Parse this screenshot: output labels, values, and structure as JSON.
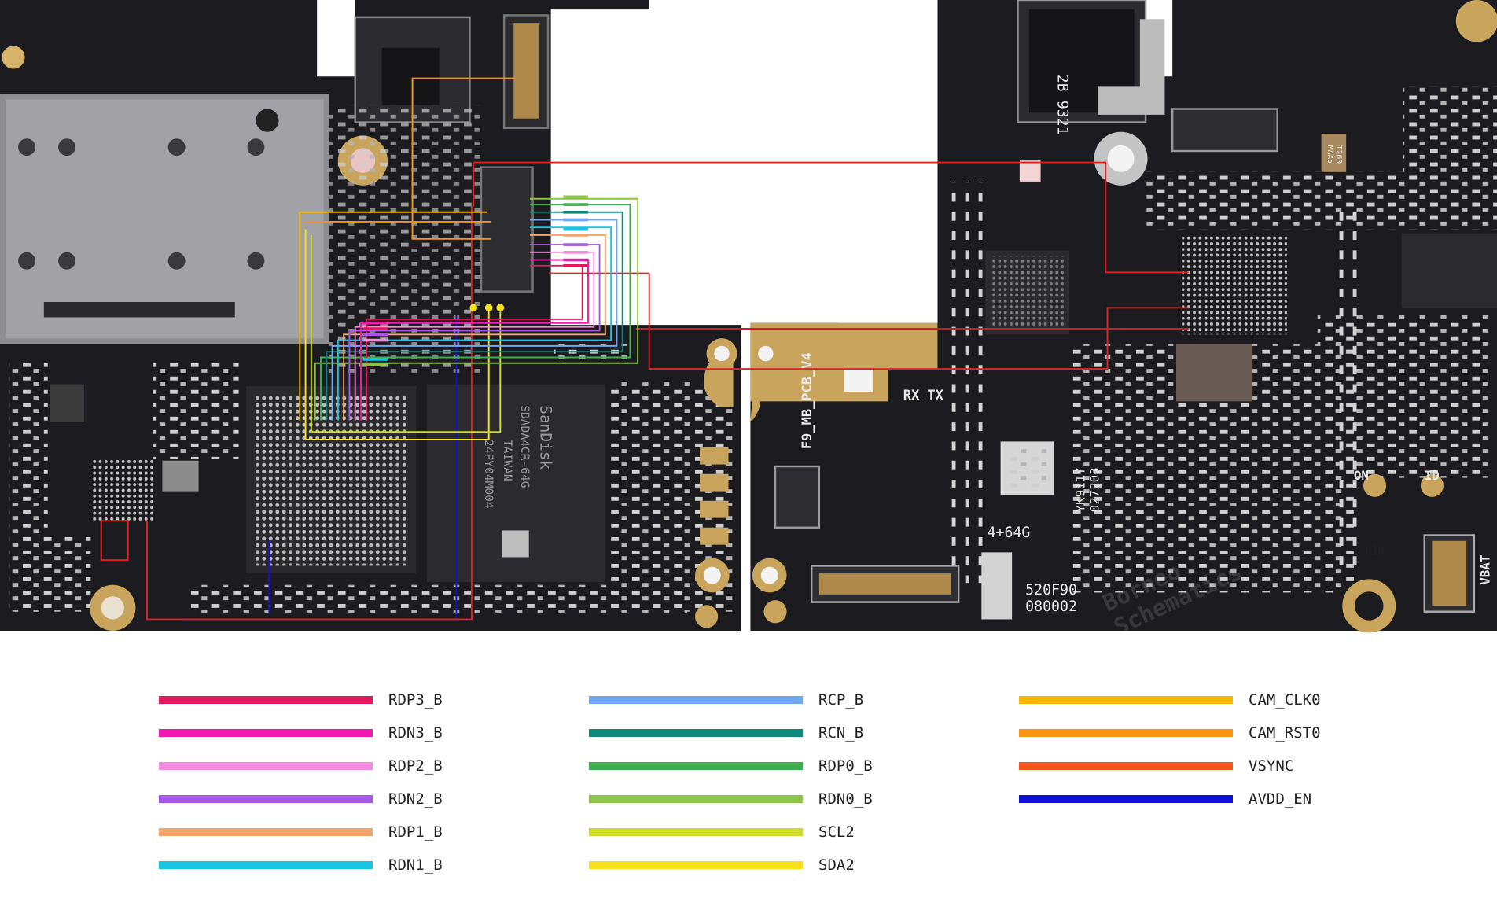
{
  "board": {
    "pcb_label": "F9_MB_PCB_V4",
    "rx_tx_label": "RX TX",
    "storage_label": "4+64G",
    "serial_label": "YK911Y\n027203",
    "code_label": "520F90\n080002",
    "emmc_chip": {
      "brand": "SanDisk",
      "part": "SDADA4CR-64G",
      "origin": "TAIWAN",
      "lot": "24PY04M004"
    },
    "connector_chip": "2B 9321",
    "small_chip": "T260\nMAX5",
    "on_label": "ON",
    "id_label": "ID",
    "vbat_label": "VBAT",
    "marker_010": "010",
    "watermark": "Borneo\nSchematics",
    "colors": {
      "pcb": "#1c1b1f",
      "pcb_dark": "#121114",
      "gold": "#c9a45c",
      "silver": "#c8c8c8",
      "pad": "#d8d8d8"
    }
  },
  "legend": {
    "columns": [
      [
        {
          "label": "RDP3_B",
          "color": "#e0195c"
        },
        {
          "label": "RDN3_B",
          "color": "#f01ab0"
        },
        {
          "label": "RDP2_B",
          "color": "#f48bde"
        },
        {
          "label": "RDN2_B",
          "color": "#a657e6"
        },
        {
          "label": "RDP1_B",
          "color": "#f5a46a"
        },
        {
          "label": "RDN1_B",
          "color": "#17c5e3"
        }
      ],
      [
        {
          "label": "RCP_B",
          "color": "#6fa8f0"
        },
        {
          "label": "RCN_B",
          "color": "#0f8a7a"
        },
        {
          "label": "RDP0_B",
          "color": "#3fae4f"
        },
        {
          "label": "RDN0_B",
          "color": "#8cc34a"
        },
        {
          "label": "SCL2",
          "color": "#cfdc2a"
        },
        {
          "label": "SDA2",
          "color": "#f7e11a"
        }
      ],
      [
        {
          "label": "CAM_CLK0",
          "color": "#f9b700"
        },
        {
          "label": "CAM_RST0",
          "color": "#f89314"
        },
        {
          "label": "VSYNC",
          "color": "#f2561d"
        },
        {
          "label": "AVDD_EN",
          "color": "#1010d8"
        }
      ]
    ]
  }
}
